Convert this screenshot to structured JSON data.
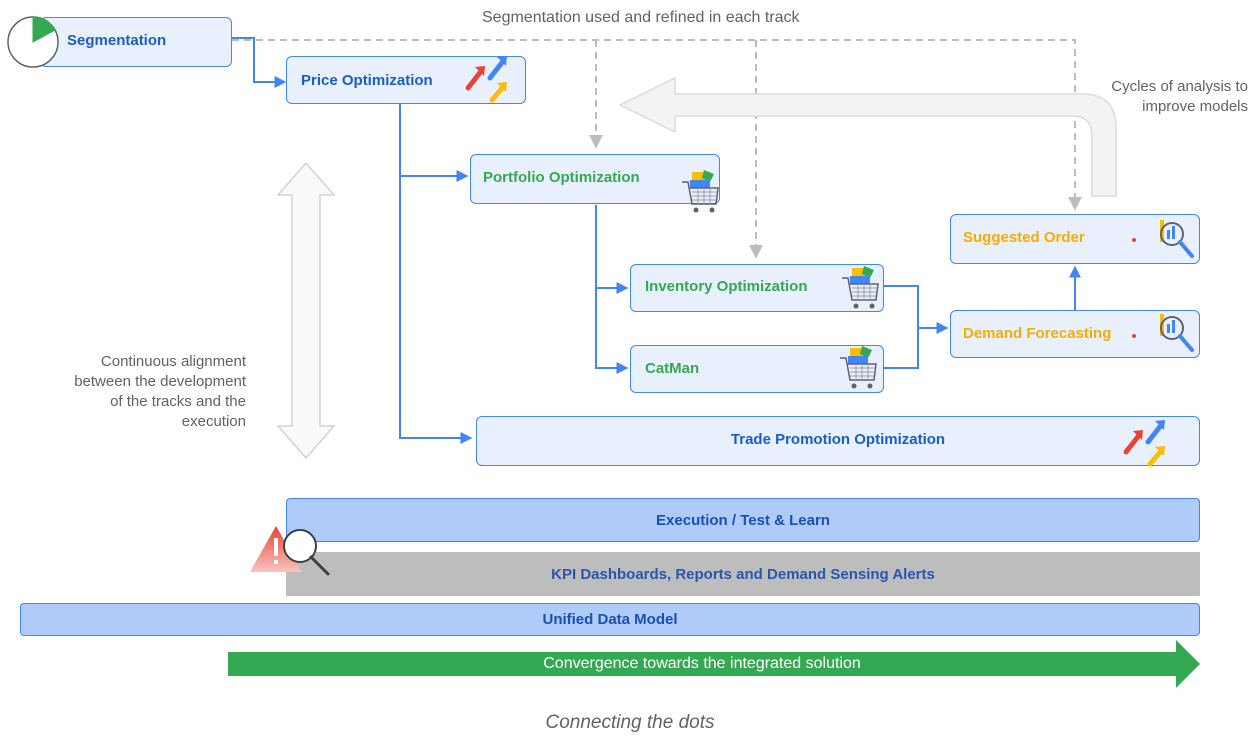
{
  "diagram": {
    "top_annotation": "Segmentation used and refined in each track",
    "cycles_annotation_line1": "Cycles of analysis to",
    "cycles_annotation_line2": "improve models",
    "alignment_annotation": [
      "Continuous alignment",
      "between the development",
      "of the tracks and the",
      "execution"
    ],
    "boxes": {
      "segmentation": "Segmentation",
      "price_optimization": "Price Optimization",
      "portfolio_optimization": "Portfolio Optimization",
      "inventory_optimization": "Inventory Optimization",
      "catman": "CatMan",
      "suggested_order": "Suggested Order",
      "demand_forecasting": "Demand Forecasting",
      "trade_promotion_optimization": "Trade Promotion Optimization"
    },
    "bars": {
      "execution": "Execution / Test & Learn",
      "kpi_dashboards": "KPI Dashboards, Reports and Demand Sensing Alerts",
      "unified_data_model": "Unified Data Model",
      "convergence": "Convergence towards the integrated solution"
    },
    "caption": "Connecting the dots",
    "icons": [
      "pie-chart-icon",
      "trend-arrows-icon",
      "shopping-cart-icon",
      "analytics-magnifier-icon",
      "alert-magnifier-icon"
    ],
    "colors": {
      "box_fill": "#e8f0fe",
      "box_border": "#4285f4",
      "execution_bar": "#aecbfa",
      "kpi_bar": "#bdbdbd",
      "convergence_arrow": "#34a853",
      "green_label": "#34a853",
      "orange_label": "#f9ab00",
      "blue_label": "#1a5dc8"
    }
  }
}
